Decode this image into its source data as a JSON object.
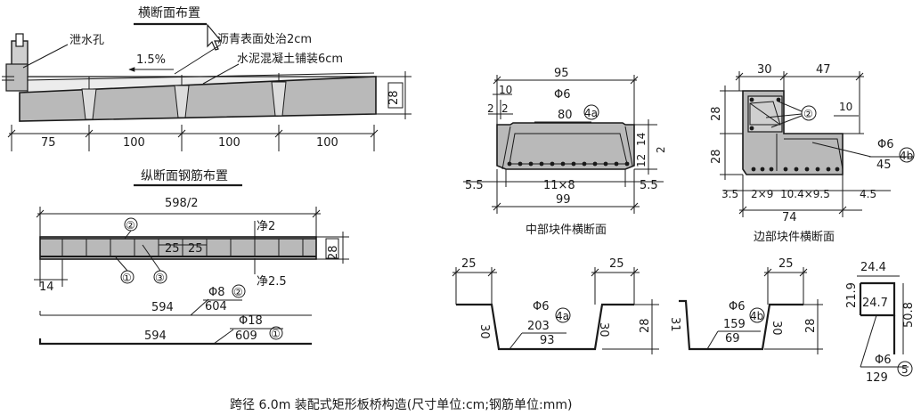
{
  "cross_section": {
    "title": "横断面布置",
    "drain_hole": "泄水孔",
    "asphalt": "沥青表面处治2cm",
    "concrete": "水泥混凝土铺装6cm",
    "slope": "1.5%",
    "height": "28",
    "spans": [
      "75",
      "100",
      "100",
      "100"
    ]
  },
  "longitudinal": {
    "title": "纵断面钢筋布置",
    "length": "598/2",
    "clear_top": "净2",
    "clear_bottom": "净2.5",
    "spacing_a": "25",
    "spacing_b": "25",
    "height": "28",
    "end": "14",
    "mark_1": "①",
    "mark_2": "②",
    "mark_3": "③",
    "bar2_spec": "Φ8",
    "bar2_mark": "②",
    "bar2_length": "594",
    "bar2_total": "604",
    "bar1_spec": "Φ18",
    "bar1_mark": "①",
    "bar1_length": "594",
    "bar1_total": "609"
  },
  "middle_block": {
    "caption": "中部块件横断面",
    "width_top": "95",
    "d10": "10",
    "d2a": "2",
    "d2b": "2",
    "bar_spec": "Φ6",
    "bar_len": "80",
    "bar_mark": "4a",
    "h14": "14",
    "h12": "12",
    "h2": "2",
    "left": "5.5",
    "mid": "11×8",
    "right": "5.5",
    "bottom": "99"
  },
  "edge_block": {
    "caption": "边部块件横断面",
    "w30": "30",
    "w47": "47",
    "h28a": "28",
    "h28b": "28",
    "d10": "10",
    "mark_2": "②",
    "bar_spec": "Φ6",
    "bar_len": "45",
    "bar_mark": "4b",
    "b1": "3.5",
    "b2": "2×9",
    "b3": "10.4×9.5",
    "b4": "4.5",
    "bottom": "74"
  },
  "stirrups": {
    "s1": {
      "w1": "25",
      "w2": "25",
      "h_left": "30",
      "h_right": "30",
      "height": "28",
      "spec": "Φ6",
      "total": "203",
      "mark": "4a",
      "bottom": "93"
    },
    "s2": {
      "w": "25",
      "h_left": "31",
      "h_right": "30",
      "height": "28",
      "spec": "Φ6",
      "total": "159",
      "mark": "4b",
      "bottom": "69"
    },
    "s3": {
      "top": "24.4",
      "inner": "24.7",
      "left": "21.9",
      "right": "50.8",
      "spec": "Φ6",
      "mark": "5",
      "total": "129"
    }
  },
  "footer_caption": "跨径 6.0m 装配式矩形板桥构造(尺寸单位:cm;钢筋单位:mm)"
}
